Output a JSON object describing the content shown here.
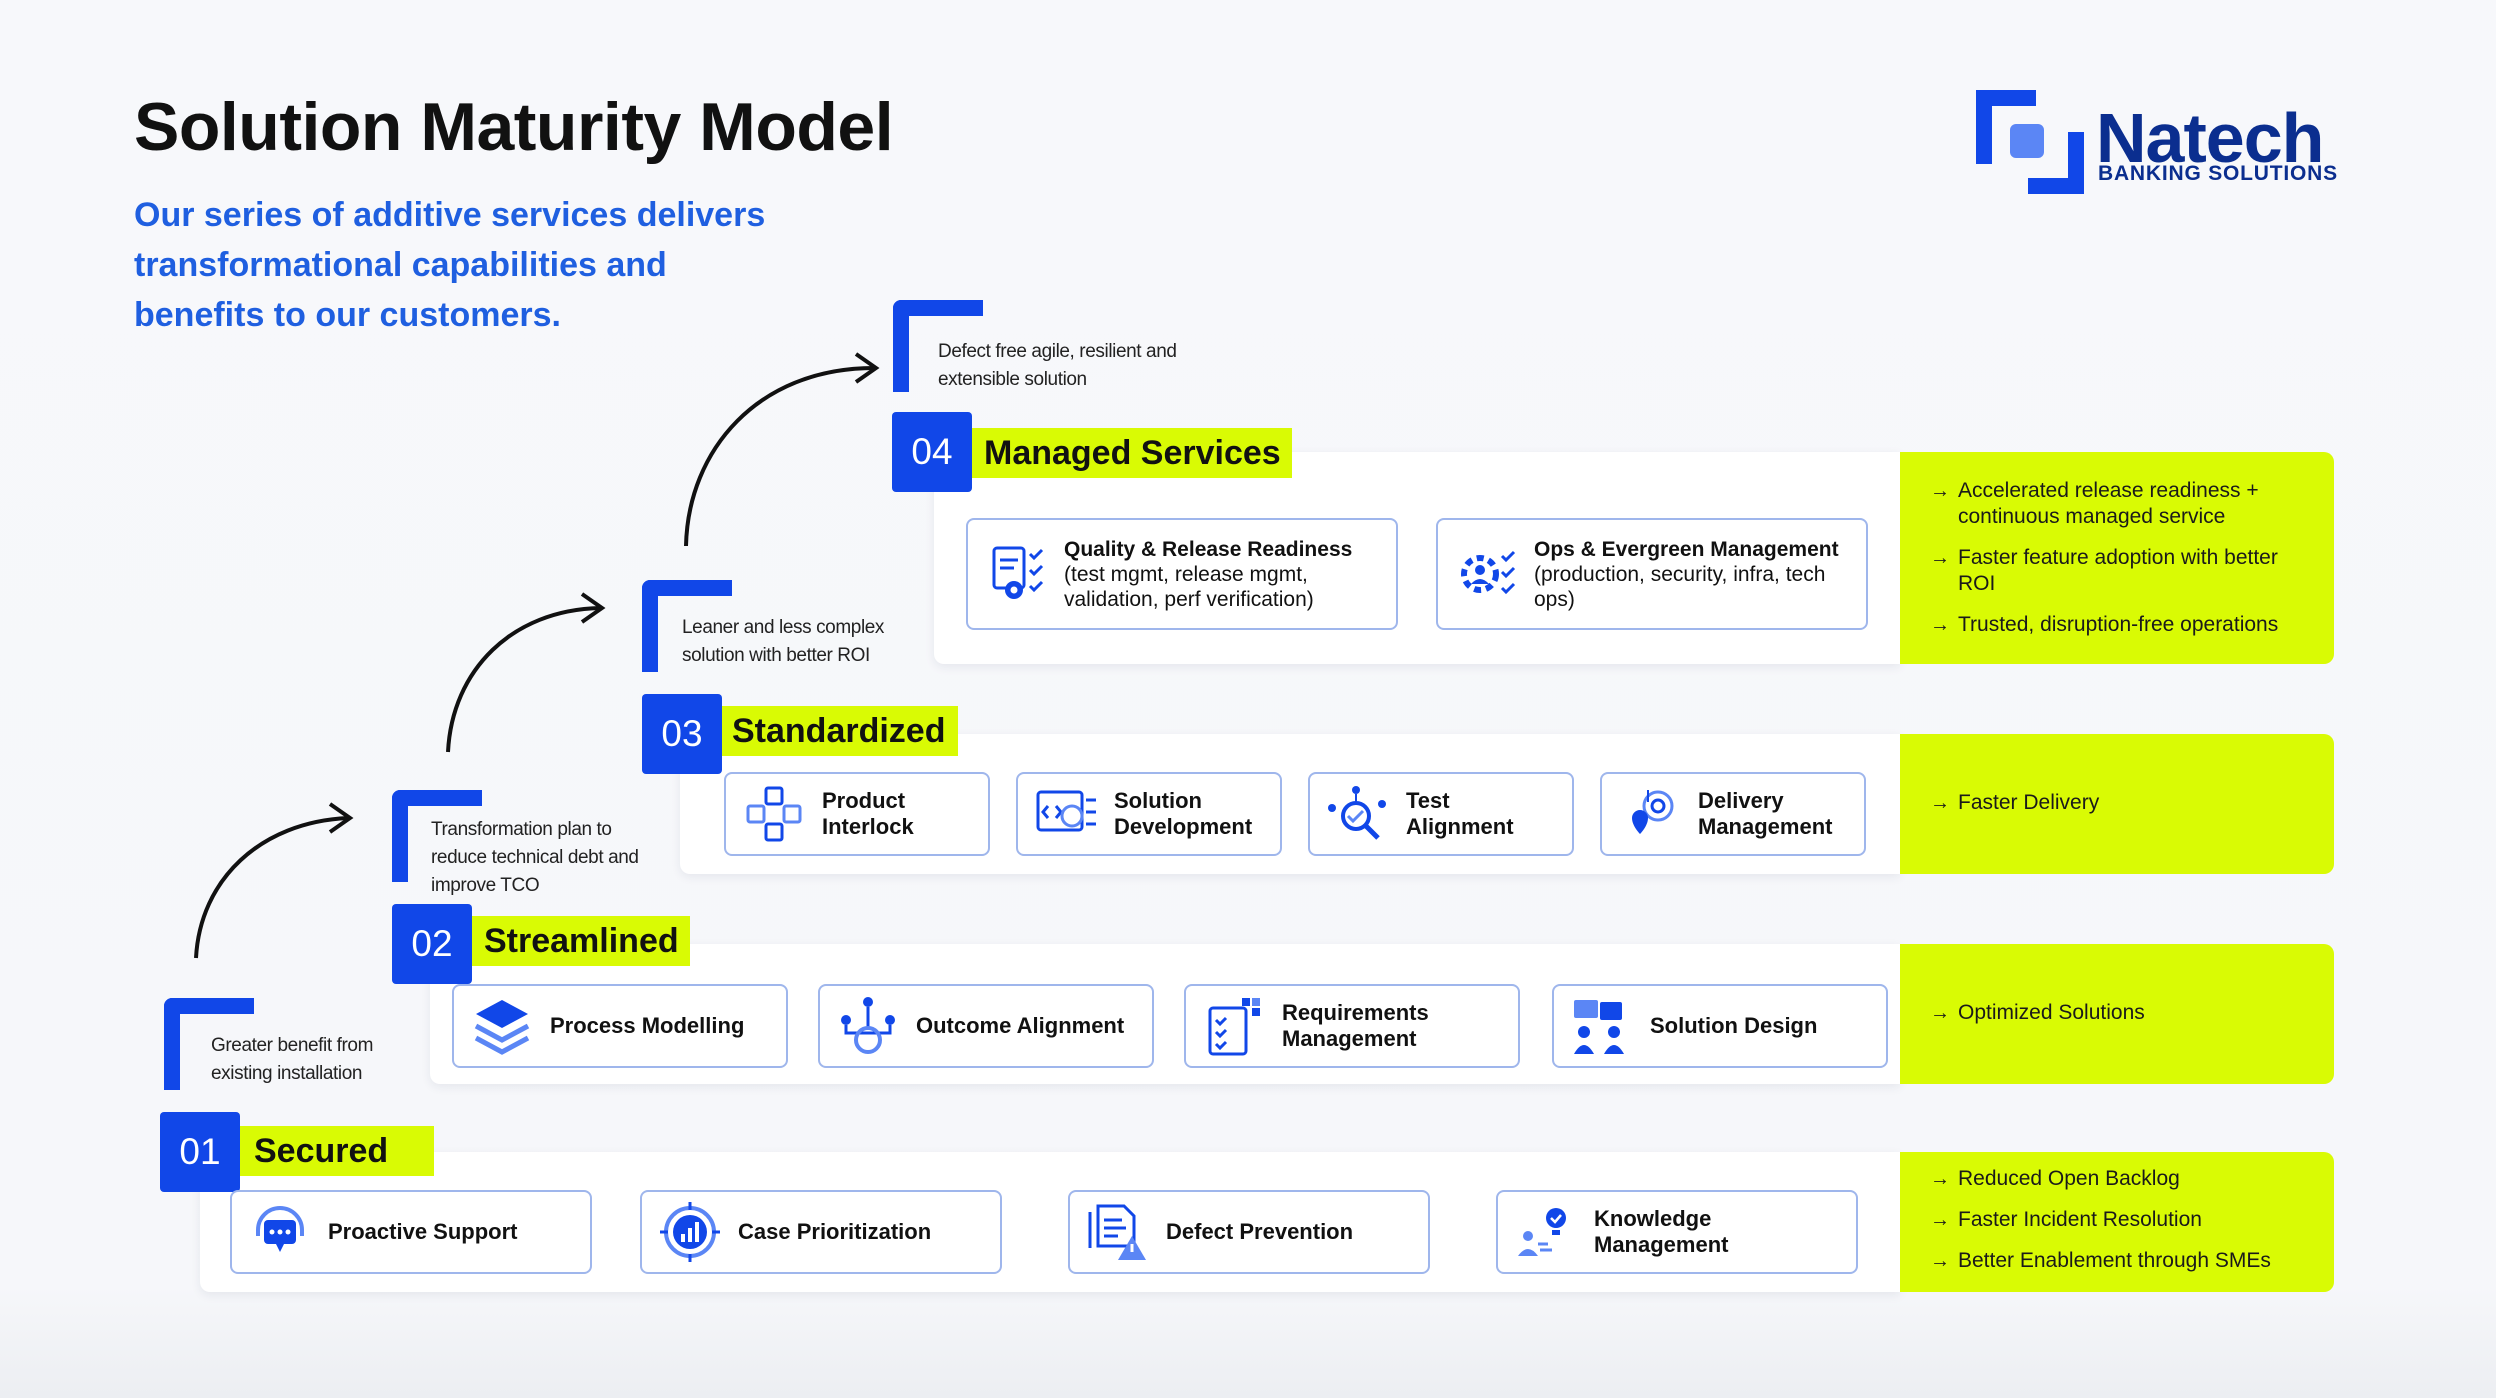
{
  "header": {
    "title": "Solution Maturity Model",
    "subtitle": "Our series of additive services delivers transformational capabilities and benefits to our customers."
  },
  "logo": {
    "name": "Natech",
    "tagline": "BANKING SOLUTIONS",
    "colors": {
      "dark": "#0b2e8f",
      "accent": "#1147e8",
      "light": "#5b86f5"
    }
  },
  "colors": {
    "accent_blue": "#1147e8",
    "lime": "#d9fb04",
    "card_border": "#9fb6ec",
    "subtitle_blue": "#1f5fe0"
  },
  "levels": [
    {
      "number": "01",
      "name": "Secured",
      "caption": "Greater benefit from existing installation",
      "services": [
        {
          "label": "Proactive Support",
          "icon": "headset-chat-icon"
        },
        {
          "label": "Case Prioritization",
          "icon": "target-chart-icon"
        },
        {
          "label": "Defect Prevention",
          "icon": "document-warning-icon"
        },
        {
          "label": "Knowledge Management",
          "icon": "lightbulb-people-icon"
        }
      ],
      "benefits": [
        "Reduced Open Backlog",
        "Faster Incident Resolution",
        "Better Enablement through SMEs"
      ]
    },
    {
      "number": "02",
      "name": "Streamlined",
      "caption": "Transformation plan to reduce technical debt and improve TCO",
      "services": [
        {
          "label": "Process Modelling",
          "icon": "layers-icon"
        },
        {
          "label": "Outcome Alignment",
          "icon": "hierarchy-coin-icon"
        },
        {
          "label": "Requirements Management",
          "icon": "checklist-icon"
        },
        {
          "label": "Solution Design",
          "icon": "team-design-icon"
        }
      ],
      "benefits": [
        "Optimized Solutions"
      ]
    },
    {
      "number": "03",
      "name": "Standardized",
      "caption": "Leaner and less complex solution with better ROI",
      "services": [
        {
          "label": "Product Interlock",
          "icon": "puzzle-interlock-icon"
        },
        {
          "label": "Solution Development",
          "icon": "code-globe-icon"
        },
        {
          "label": "Test Alignment",
          "icon": "magnifier-network-icon"
        },
        {
          "label": "Delivery Management",
          "icon": "delivery-target-icon"
        }
      ],
      "benefits": [
        "Faster Delivery"
      ]
    },
    {
      "number": "04",
      "name": "Managed Services",
      "caption": "Defect free agile, resilient and extensible solution",
      "services": [
        {
          "label": "Quality & Release Readiness",
          "detail": "(test mgmt, release mgmt, validation, perf verification)",
          "icon": "clipboard-gear-icon"
        },
        {
          "label": "Ops & Evergreen Management",
          "detail": "(production, security, infra, tech ops)",
          "icon": "gear-person-icon"
        }
      ],
      "benefits": [
        "Accelerated release readiness + continuous managed service",
        "Faster feature adoption with better ROI",
        "Trusted, disruption-free operations"
      ]
    }
  ]
}
